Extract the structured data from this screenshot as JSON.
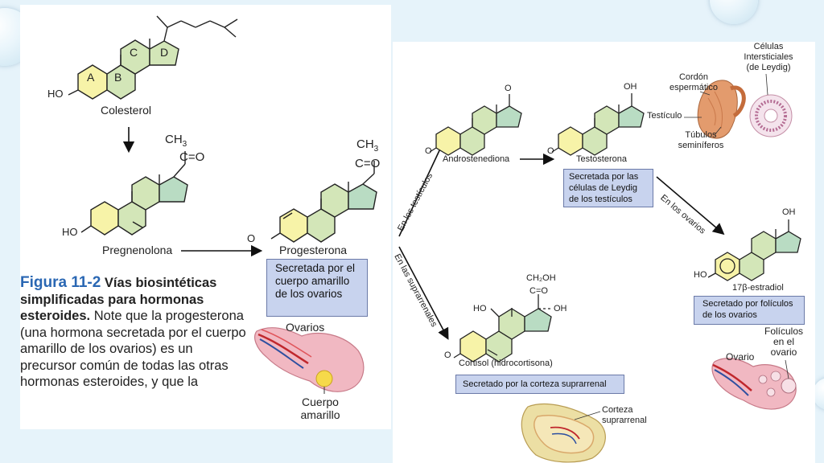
{
  "left": {
    "molecules": {
      "cholesterol": "Colesterol",
      "pregnenolone": "Pregnenolona",
      "progesterone": "Progesterona"
    },
    "rings": {
      "a": "A",
      "b": "B",
      "c": "C",
      "d": "D"
    },
    "groups": {
      "ho": "HO",
      "ho2": "HO",
      "o": "O",
      "ch3_a": "CH",
      "ch3_b": "CH",
      "sub3": "3",
      "co_a": "C=O",
      "co_b": "C=O"
    },
    "progesterone_note": "Secretada por el cuerpo amarillo de los ovarios",
    "ovary_label": "Ovarios",
    "corpus_label": "Cuerpo amarillo",
    "caption": {
      "figure": "Figura 11-2",
      "bold": "Vías biosintéticas simplificadas para hormonas esteroides.",
      "text": "Note que la progesterona (una hormona secretada por el cuerpo amarillo de los ovarios) es un precursor común de todas las otras hormonas esteroides, y que la"
    }
  },
  "right": {
    "molecules": {
      "androstenedione": "Androstenediona",
      "testosterone": "Testosterona",
      "estradiol": "17β-estradiol",
      "cortisol": "Cortisol (hidrocortisona)"
    },
    "groups": {
      "o1": "O",
      "o2": "O",
      "oh1": "OH",
      "o3": "O",
      "oh2": "OH",
      "ho": "HO",
      "ho2": "HO",
      "oh3": "OH",
      "ch2oh": "CH₂OH",
      "co": "C=O",
      "o4": "O"
    },
    "pathway_labels": {
      "testes": "En los testículos",
      "adrenals": "En las suprarrenales",
      "ovaries": "En los ovarios"
    },
    "testis_labels": {
      "cord": "Cordón espermático",
      "testis": "Testículo",
      "tubules": "Túbulos seminíferos",
      "leydig": "Células Intersticiales (de Leydig)"
    },
    "testosterone_note": "Secretada por las células de Leydig de los testículos",
    "estradiol_note": "Secretado por folículos de los ovarios",
    "cortisol_note": "Secretado por la corteza suprarrenal",
    "ovary_label": "Ovario",
    "follicles_label": "Folículos en el ovario",
    "adrenal_label": "Corteza suprarrenal"
  },
  "colors": {
    "ring_a": "#f7f3a8",
    "ring_b": "#d3e6b8",
    "ring_d": "#b9dcc3",
    "note_box": "#c8d3ee",
    "caption_title": "#2a67b3"
  }
}
